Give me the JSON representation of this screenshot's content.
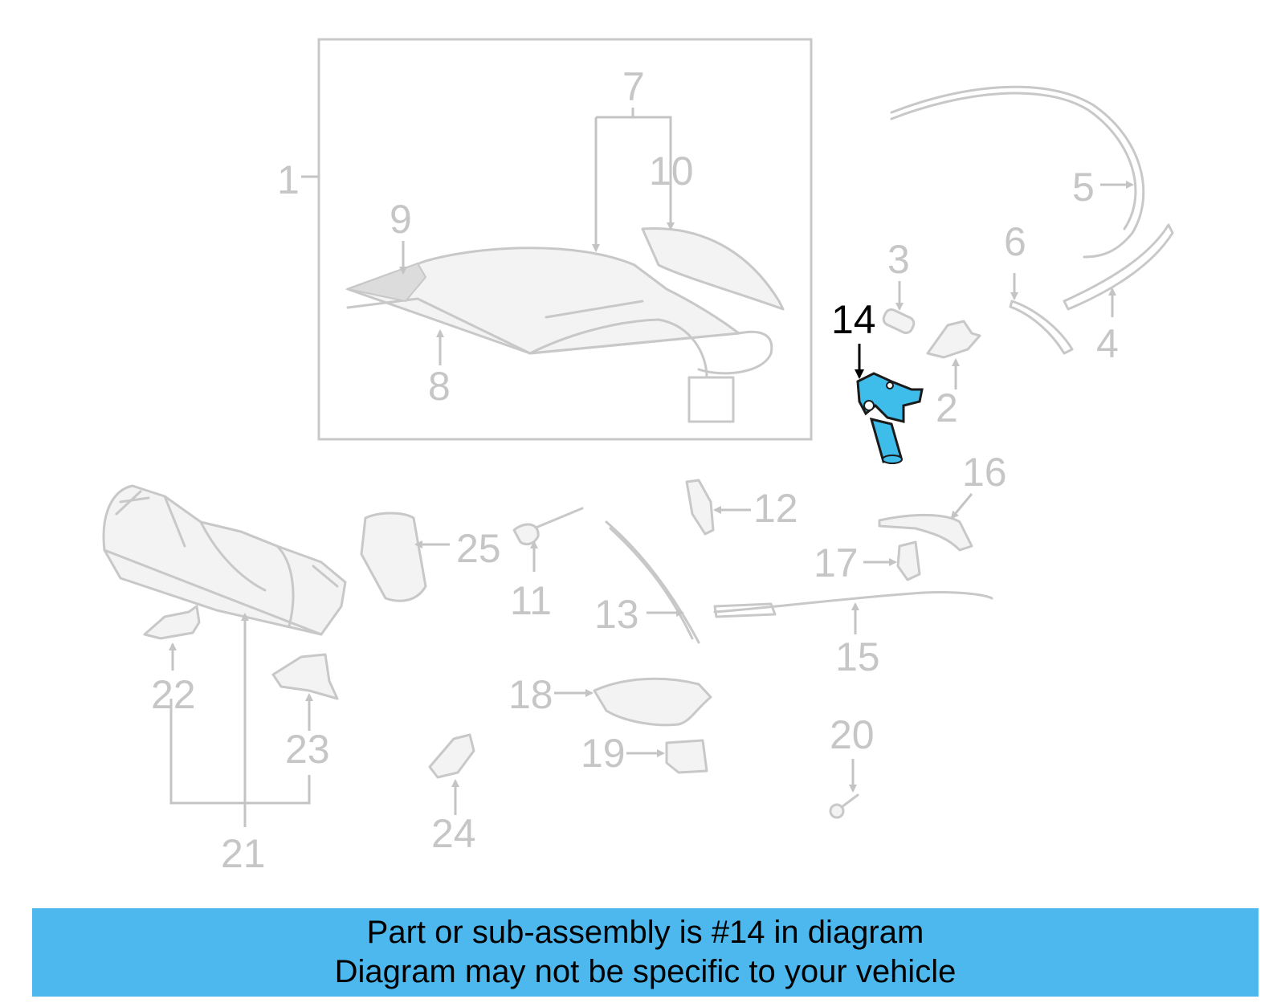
{
  "callouts": {
    "c1": "1",
    "c2": "2",
    "c3": "3",
    "c4": "4",
    "c5": "5",
    "c6": "6",
    "c7": "7",
    "c8": "8",
    "c9": "9",
    "c10": "10",
    "c11": "11",
    "c12": "12",
    "c13": "13",
    "c14": "14",
    "c15": "15",
    "c16": "16",
    "c17": "17",
    "c18": "18",
    "c19": "19",
    "c20": "20",
    "c21": "21",
    "c22": "22",
    "c23": "23",
    "c24": "24",
    "c25": "25"
  },
  "highlighted_part": "14",
  "colors": {
    "highlight_part": "#3fbdea",
    "highlight_label": "#000000",
    "line_art": "#c8c8c8",
    "banner_background": "#4cb8ee"
  },
  "banner": {
    "line1": "Part or sub-assembly is #14 in diagram",
    "line2": "Diagram may not be specific to your vehicle"
  }
}
